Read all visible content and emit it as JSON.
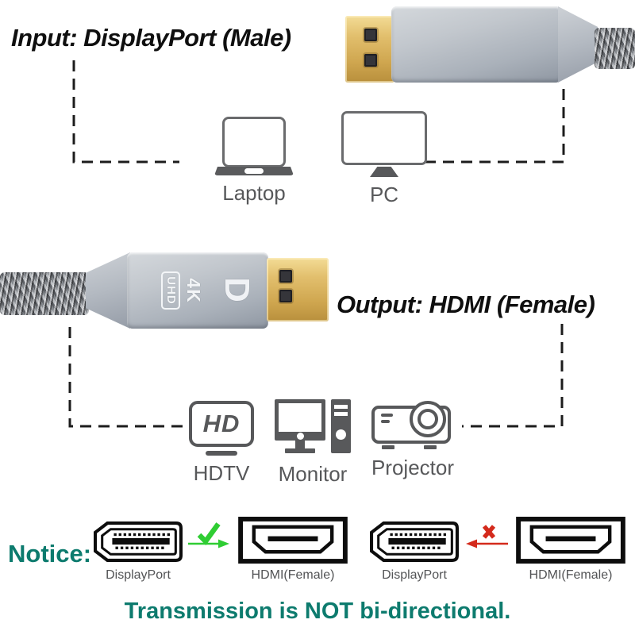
{
  "input_section": {
    "title": "Input: DisplayPort (Male)",
    "devices": [
      {
        "label": "Laptop"
      },
      {
        "label": "PC"
      }
    ]
  },
  "cable": {
    "badge_4k": "4K",
    "badge_uhd": "UHD",
    "dp_logo": "D"
  },
  "output_section": {
    "title": "Output: HDMI (Female)",
    "hdtv_screen_text": "HD",
    "devices": [
      {
        "label": "HDTV"
      },
      {
        "label": "Monitor"
      },
      {
        "label": "Projector"
      }
    ]
  },
  "notice": {
    "label": "Notice:",
    "allowed": {
      "from": "DisplayPort",
      "to": "HDMI(Female)"
    },
    "blocked": {
      "from": "DisplayPort",
      "to": "HDMI(Female)"
    }
  },
  "footer": {
    "text": "Transmission is NOT bi-directional."
  },
  "colors": {
    "accent_teal": "#0d7b6e",
    "check_green": "#2fcd33",
    "cross_red": "#d42a1c"
  }
}
